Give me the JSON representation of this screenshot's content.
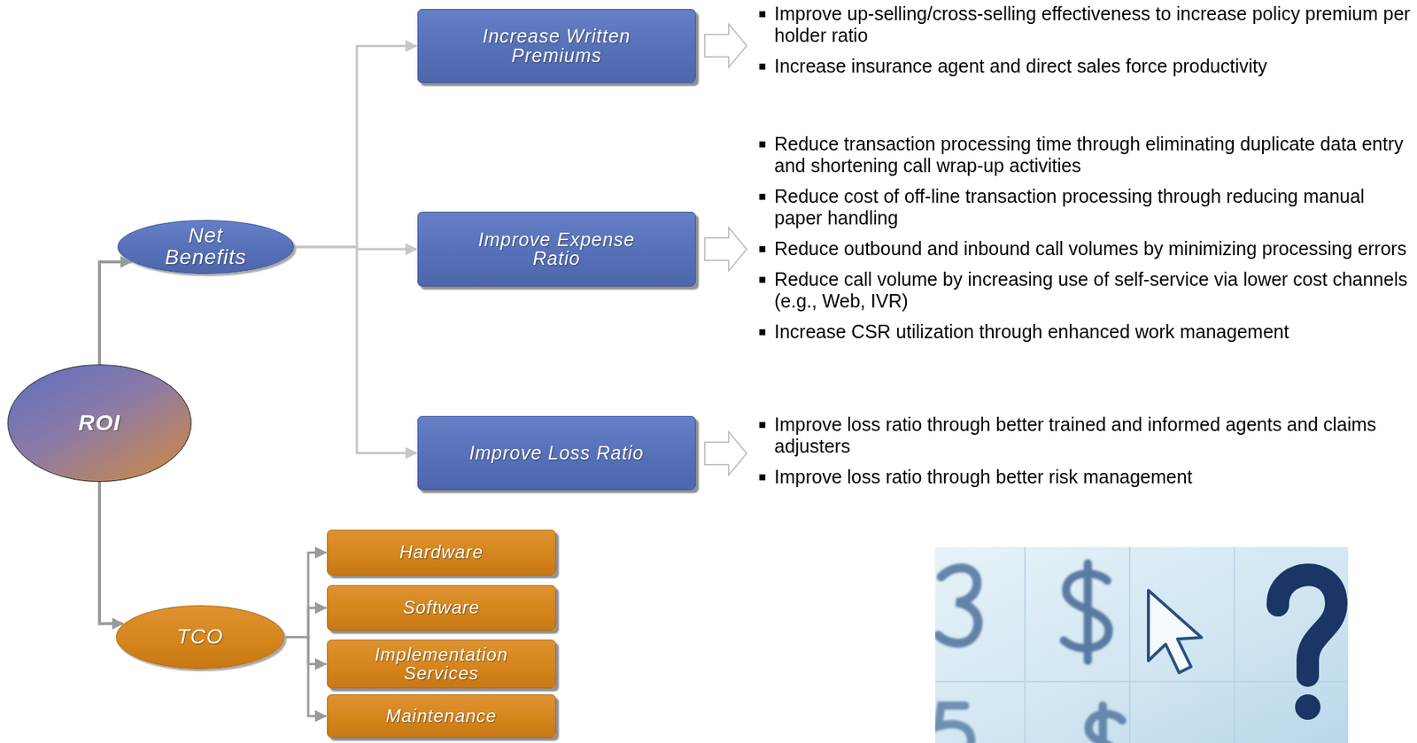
{
  "diagram": {
    "nodes": [
      {
        "text": [
          "ROI"
        ]
      },
      {
        "text": [
          "Net Benefits"
        ]
      },
      {
        "text": [
          "Increase Written Premiums"
        ]
      },
      {
        "text": [
          "Improve Expense Ratio"
        ]
      },
      {
        "text": [
          "Improve Loss Ratio"
        ]
      },
      {
        "text": [
          "TCO"
        ]
      },
      {
        "text": [
          "Hardware"
        ]
      },
      {
        "text": [
          "Software"
        ]
      },
      {
        "text": [
          "Implementation Services"
        ]
      },
      {
        "text": [
          "Maintenance"
        ]
      }
    ],
    "edges": [
      {
        "from": 0,
        "to": 1,
        "arrow": "to"
      },
      {
        "from": 0,
        "to": 5,
        "arrow": "to"
      },
      {
        "from": 1,
        "to": 2,
        "arrow": "to"
      },
      {
        "from": 1,
        "to": 3,
        "arrow": "to"
      },
      {
        "from": 1,
        "to": 4,
        "arrow": "to"
      },
      {
        "from": 5,
        "to": 6,
        "arrow": "to"
      },
      {
        "from": 5,
        "to": 7,
        "arrow": "to"
      },
      {
        "from": 5,
        "to": 8,
        "arrow": "to"
      },
      {
        "from": 5,
        "to": 9,
        "arrow": "to"
      }
    ],
    "labels": [
      "Improve up-selling/cross-selling effectiveness to increase policy premium per holder ratio",
      "Increase insurance agent and direct sales force productivity",
      "Reduce transaction processing time through eliminating duplicate data entry and shortening call wrap-up activities",
      "Reduce cost of off-line transaction processing through reducing manual paper handling",
      "Reduce outbound and inbound call volumes by minimizing processing errors",
      "Reduce call volume by increasing use of self-service via lower cost channels (e.g., Web, IVR)",
      "Increase CSR utilization through enhanced work management",
      "Improve loss ratio through better trained and informed agents and claims adjusters",
      "Improve loss ratio through better risk management"
    ]
  }
}
